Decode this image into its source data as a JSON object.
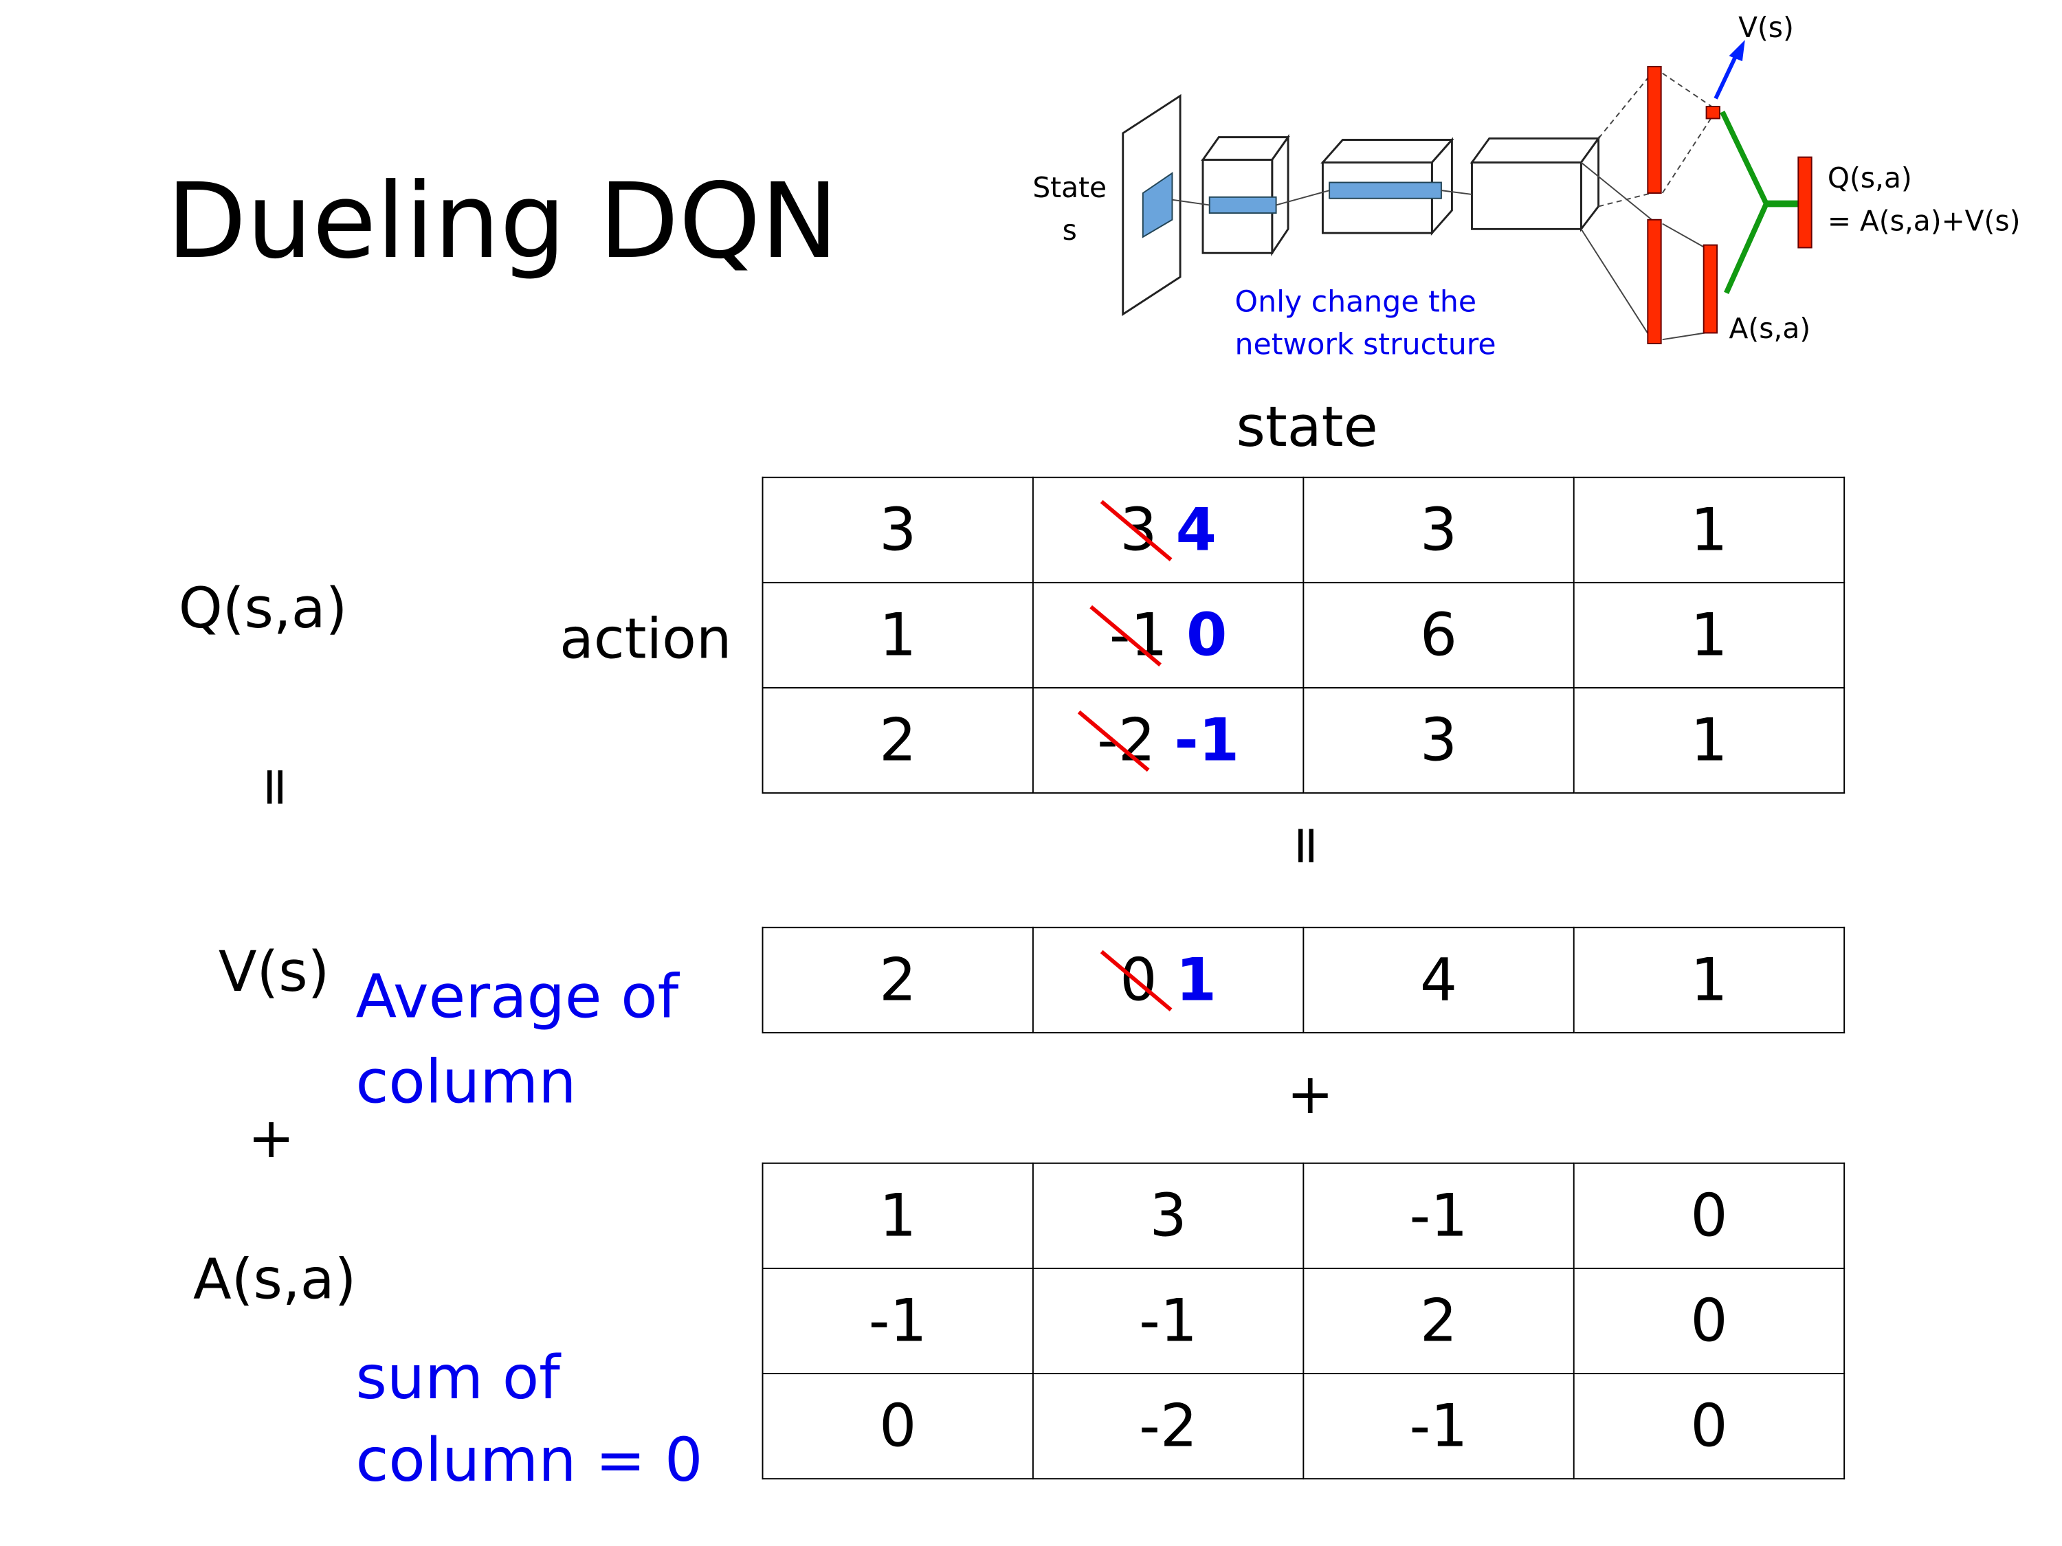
{
  "title": "Dueling DQN",
  "diagram": {
    "state_label": "State",
    "state_sub": "s",
    "note_line1": "Only change the",
    "note_line2": "network structure",
    "v_label": "V(s)",
    "q_label": "Q(s,a)",
    "q_formula": "= A(s,a)+V(s)",
    "a_label": "A(s,a)",
    "colors": {
      "layer": "#6aa4dc",
      "stream": "#ff2a00",
      "value_arrow": "#0022ff",
      "merge": "#119911"
    }
  },
  "labels": {
    "state": "state",
    "action": "action",
    "q": "Q(s,a)",
    "v": "V(s)",
    "a": "A(s,a)",
    "eq1": "=",
    "eq2": "=",
    "plus1": "+",
    "plus2": "+",
    "avg1": "Average of",
    "avg2": "column",
    "sum1": "sum of",
    "sum2": "column = 0"
  },
  "q_table": [
    [
      {
        "v": "3"
      },
      {
        "old": "3",
        "new": "4"
      },
      {
        "v": "3"
      },
      {
        "v": "1"
      }
    ],
    [
      {
        "v": "1"
      },
      {
        "old": "-1",
        "new": "0"
      },
      {
        "v": "6"
      },
      {
        "v": "1"
      }
    ],
    [
      {
        "v": "2"
      },
      {
        "old": "-2",
        "new": "-1"
      },
      {
        "v": "3"
      },
      {
        "v": "1"
      }
    ]
  ],
  "v_table": [
    [
      {
        "v": "2"
      },
      {
        "old": "0",
        "new": "1"
      },
      {
        "v": "4"
      },
      {
        "v": "1"
      }
    ]
  ],
  "a_table": [
    [
      {
        "v": "1"
      },
      {
        "v": "3"
      },
      {
        "v": "-1"
      },
      {
        "v": "0"
      }
    ],
    [
      {
        "v": "-1"
      },
      {
        "v": "-1"
      },
      {
        "v": "2"
      },
      {
        "v": "0"
      }
    ],
    [
      {
        "v": "0"
      },
      {
        "v": "-2"
      },
      {
        "v": "-1"
      },
      {
        "v": "0"
      }
    ]
  ],
  "accent_colors": {
    "blue_text": "#0000ee",
    "strike": "#ee0000"
  }
}
